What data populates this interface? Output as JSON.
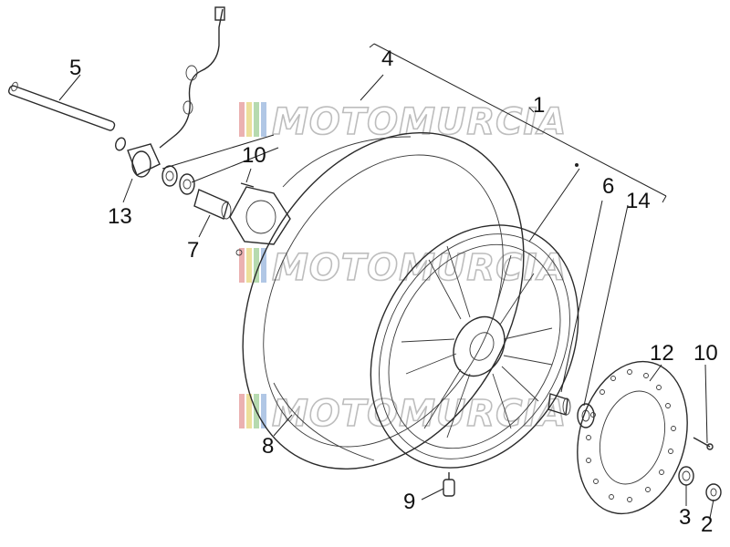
{
  "watermark": {
    "text": "MOTOMURCIA",
    "stripe_colors": [
      "#e8a3a3",
      "#e9d98a",
      "#a9d3a1",
      "#a3bde0"
    ]
  },
  "callouts": {
    "c1": "1",
    "c2": "2",
    "c3": "3",
    "c4": "4",
    "c5": "5",
    "c6": "6",
    "c7": "7",
    "c8": "8",
    "c9": "9",
    "c10a": "10",
    "c10b": "10",
    "c12": "12",
    "c13": "13",
    "c14": "14"
  },
  "parts": {
    "axle": "wheel-axle",
    "speedo_cable": "speedometer-cable",
    "tire": "tire",
    "rim": "wheel-rim",
    "brake_disc": "brake-disc"
  }
}
